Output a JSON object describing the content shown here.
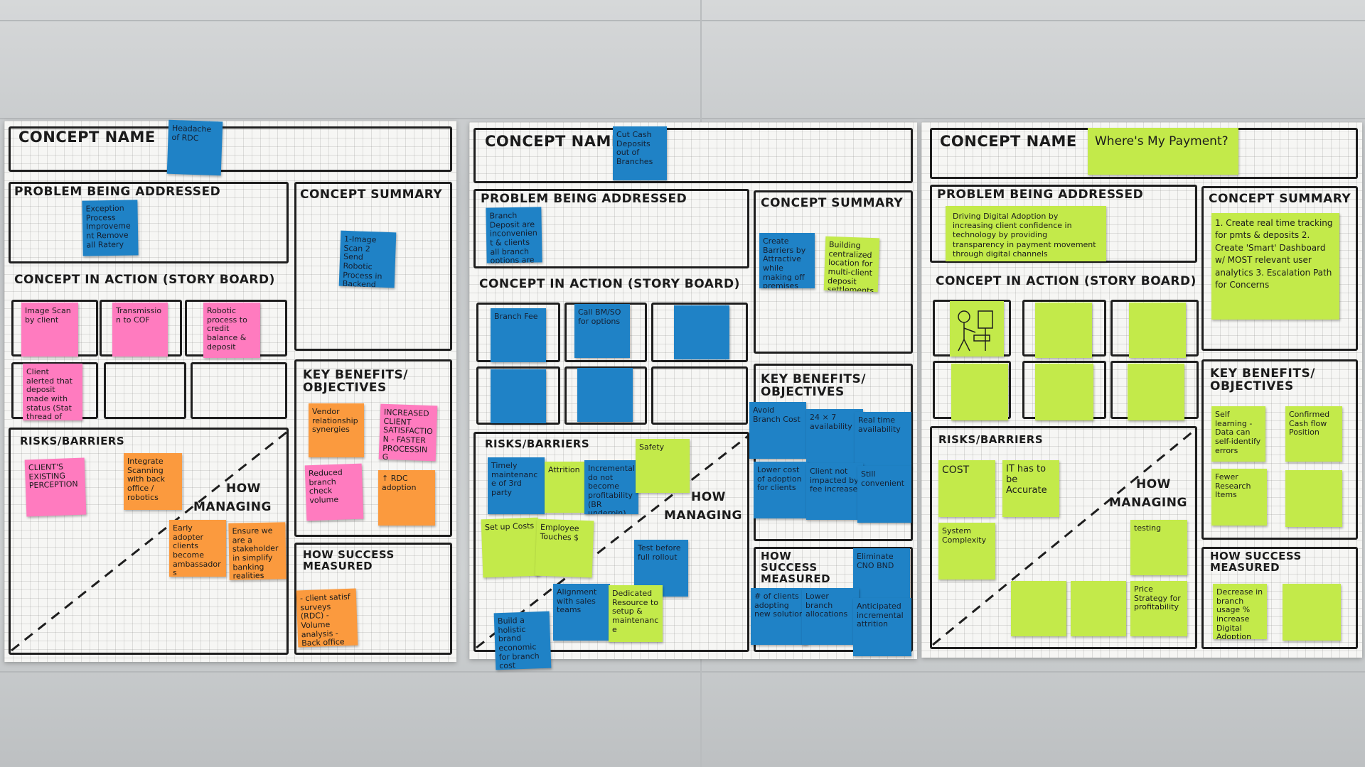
{
  "colors": {
    "pink": "#ff7bbf",
    "orange": "#fb9a3e",
    "blue": "#1f82c6",
    "lime": "#c3ea4a",
    "ink": "#1e1e1e"
  },
  "labels": {
    "concept_name": "CONCEPT NAME",
    "problem": "PROBLEM BEING ADDRESSED",
    "summary": "CONCEPT SUMMARY",
    "in_action": "CONCEPT IN ACTION (STORY BOARD)",
    "benefits": "KEY BENEFITS/ OBJECTIVES",
    "risks": "RISKS/BARRIERS",
    "how": "HOW",
    "managing": "MANAGING",
    "success": "HOW SUCCESS MEASURED"
  },
  "board1": {
    "name_note": "Headache of RDC",
    "problem_note": "Exception Process Improvement Remove all Ratery",
    "summary_note": "1-Image Scan 2 Send Robotic Process in Backend",
    "story": [
      "Image Scan by client",
      "Transmission to COF",
      "Robotic process to credit balance & deposit",
      "Client alerted that deposit made with status (Stat thread of info)"
    ],
    "benefits": [
      "Vendor relationship synergies",
      "INCREASED CLIENT SATISFACTION - FASTER PROCESSING",
      "Reduced branch check volume",
      "↑ RDC adoption"
    ],
    "risks": [
      "CLIENT'S EXISTING PERCEPTION",
      "Integrate Scanning with back office / robotics"
    ],
    "managing": [
      "Early adopter clients become ambassadors",
      "Ensure we are a stakeholder in simplify banking realities"
    ],
    "success": [
      "- client satisf surveys (RDC) - Volume analysis - Back office cost analysis"
    ]
  },
  "board2": {
    "name_note": "Cut Cash Deposits out of Branches",
    "problem_note": "Branch Deposit are inconvenient & clients all branch options are not as attractive to the clients",
    "summary": [
      "Create Barriers by Attractive while making off premises offering our main sidebar",
      "Building centralized location for multi-client deposit settlements"
    ],
    "story": [
      "Branch Fee",
      "Call BM/SO for options",
      "",
      "",
      ""
    ],
    "benefits": [
      "Avoid Branch Cost",
      "24 × 7 availability",
      "Real time availability",
      "Lower cost of adoption for clients",
      "Client not impacted by fee increase",
      "Still convenient"
    ],
    "risks": [
      "Timely maintenance of 3rd party",
      "Attrition",
      "Incremental do not become profitability (BR underpin)",
      "Safety",
      "Set up Costs",
      "Employee Touches $"
    ],
    "managing": [
      "Test before full rollout",
      "Alignment with sales teams",
      "Dedicated Resource to setup & maintenance",
      "Build a holistic brand economic for branch cost reduction benefits"
    ],
    "success": [
      "Eliminate CNO BND",
      "# of clients adopting new solution",
      "Lower branch allocations",
      "Anticipated incremental attrition"
    ]
  },
  "board3": {
    "name_note": "Where's My Payment?",
    "problem_note": "Driving Digital Adoption by increasing client confidence in technology by providing transparency in payment movement through digital channels",
    "summary_note": "1. Create real time tracking for pmts & deposits 2. Create 'Smart' Dashboard w/ MOST relevant user analytics 3. Escalation Path for Concerns",
    "benefits": [
      "Self learning - Data can self-identify errors",
      "Confirmed Cash flow Position",
      "Fewer Research Items",
      ""
    ],
    "risks": [
      "COST",
      "IT has to be Accurate",
      "System Complexity"
    ],
    "managing": [
      "testing",
      "Price Strategy for profitability"
    ],
    "success": [
      "Decrease in branch usage % increase Digital Adoption",
      ""
    ]
  }
}
